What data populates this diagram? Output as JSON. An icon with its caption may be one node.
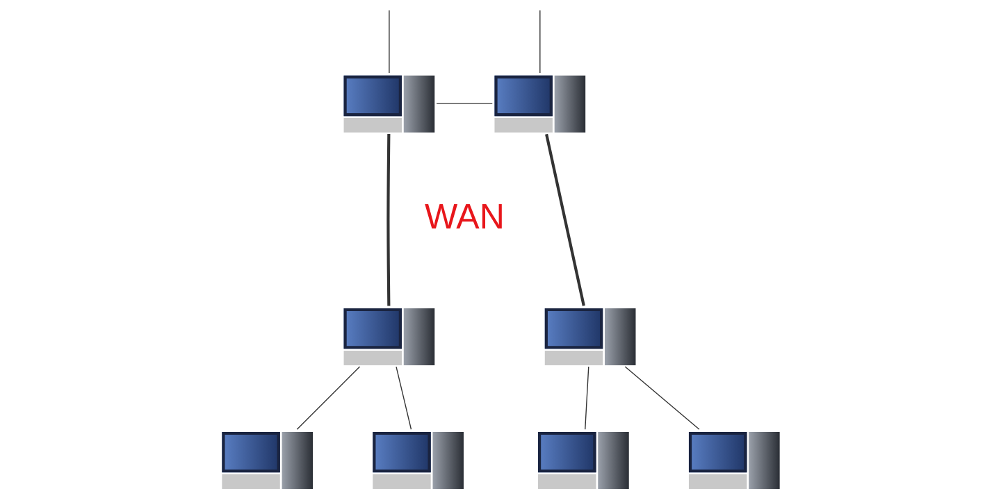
{
  "diagram": {
    "nodes": [
      {
        "text": [],
        "shape": "picture"
      },
      {
        "text": [],
        "shape": "picture"
      },
      {
        "text": [],
        "shape": "picture"
      },
      {
        "text": [],
        "shape": "picture"
      },
      {
        "text": [],
        "shape": "picture"
      },
      {
        "text": [],
        "shape": "picture"
      },
      {
        "text": [],
        "shape": "picture"
      },
      {
        "text": [],
        "shape": "picture"
      }
    ],
    "edges": [
      {
        "from": null,
        "to": 0,
        "arrow": "none"
      },
      {
        "from": null,
        "to": 1,
        "arrow": "none"
      },
      {
        "from": 0,
        "to": 1,
        "arrow": "none"
      },
      {
        "from": 0,
        "to": 2,
        "arrow": "none",
        "style": "thick"
      },
      {
        "from": 1,
        "to": 3,
        "arrow": "none",
        "style": "thick"
      },
      {
        "from": 2,
        "to": 4,
        "arrow": "none"
      },
      {
        "from": 2,
        "to": 5,
        "arrow": "none"
      },
      {
        "from": 3,
        "to": 6,
        "arrow": "none"
      },
      {
        "from": 3,
        "to": 7,
        "arrow": "none"
      }
    ],
    "labels": [
      "WAN"
    ]
  }
}
